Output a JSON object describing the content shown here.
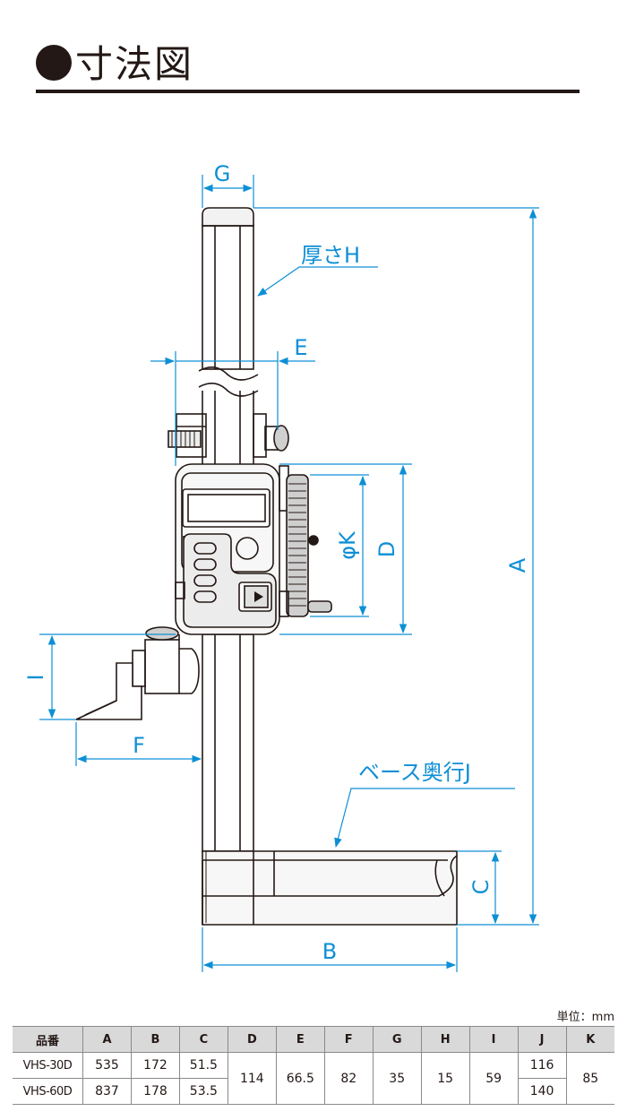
{
  "header": {
    "title": "寸法図"
  },
  "dimensions": {
    "A": "A",
    "B": "B",
    "C": "C",
    "D": "D",
    "E": "E",
    "F": "F",
    "G": "G",
    "H": "厚さH",
    "I": "I",
    "J": "ベース奥行J",
    "K": "φK"
  },
  "unit": "単位：mm",
  "table": {
    "headers": [
      "品番",
      "A",
      "B",
      "C",
      "D",
      "E",
      "F",
      "G",
      "H",
      "I",
      "J",
      "K"
    ],
    "rows": [
      {
        "model": "VHS-30D",
        "A": "535",
        "B": "172",
        "C": "51.5",
        "J": "116"
      },
      {
        "model": "VHS-60D",
        "A": "837",
        "B": "178",
        "C": "53.5",
        "J": "140"
      }
    ],
    "shared": {
      "D": "114",
      "E": "66.5",
      "F": "82",
      "G": "35",
      "H": "15",
      "I": "59",
      "K": "85"
    }
  },
  "colors": {
    "dimension": "#0d8fd6",
    "outline": "#231815"
  }
}
